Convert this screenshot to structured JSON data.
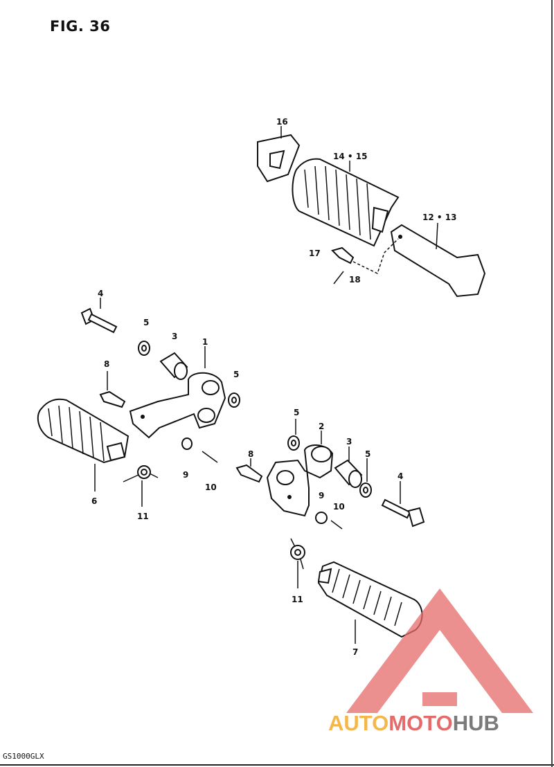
{
  "figure_title": "FIG. 36",
  "model_code": "GS1000GLX",
  "watermark": {
    "text_part1": "AUTO",
    "text_part2": "MOTO",
    "text_part3": "HUB",
    "colors": {
      "auto": "#f5b74a",
      "moto": "#e56a6a",
      "hub": "#7b7b7b",
      "logo": "#e56a6a"
    }
  },
  "labels": {
    "l1": "1",
    "l2": "2",
    "l3a": "3",
    "l3b": "3",
    "l4a": "4",
    "l4b": "4",
    "l5a": "5",
    "l5b": "5",
    "l5c": "5",
    "l5d": "5",
    "l6": "6",
    "l7": "7",
    "l8a": "8",
    "l8b": "8",
    "l9a": "9",
    "l9b": "9",
    "l10a": "10",
    "l10b": "10",
    "l11a": "11",
    "l11b": "11",
    "l12_13": "12 • 13",
    "l14_15": "14 • 15",
    "l16": "16",
    "l17": "17",
    "l18": "18"
  }
}
